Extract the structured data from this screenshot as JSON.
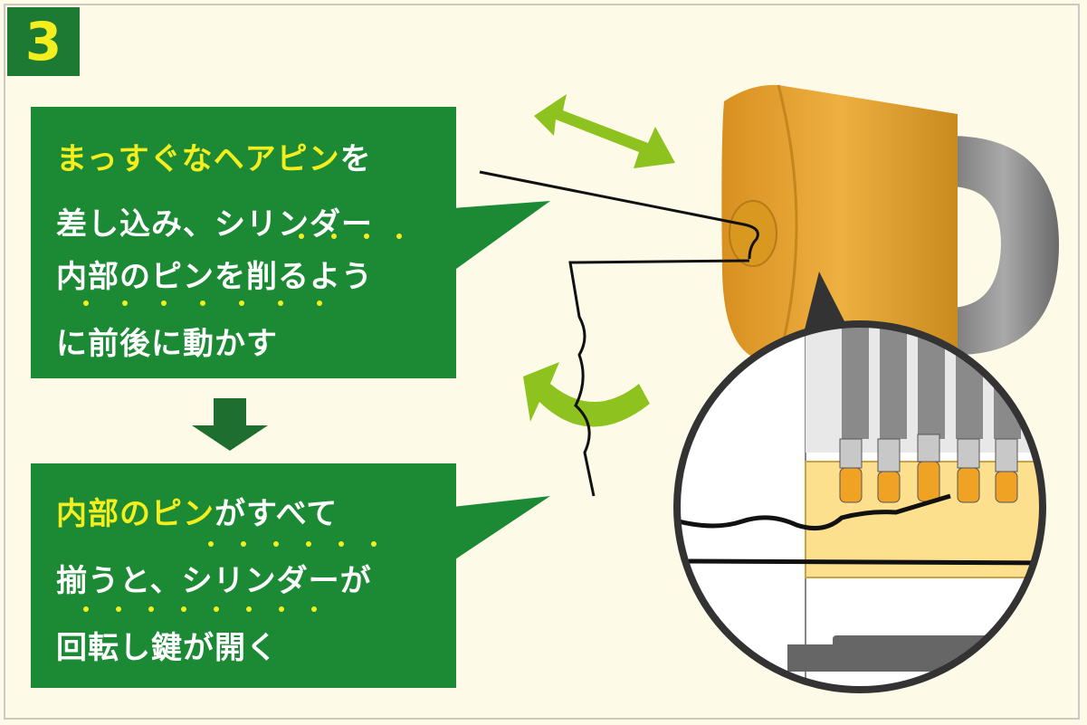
{
  "step": {
    "number": "3"
  },
  "box1": {
    "lines": [
      {
        "highlight": "まっすぐなヘアピン",
        "normal": "を"
      },
      {
        "highlight": "",
        "normal": "差し込み、シリンダー"
      },
      {
        "highlight": "",
        "normal": "内部のピンを削るよう"
      },
      {
        "highlight": "",
        "normal": "に前後に動かす"
      }
    ]
  },
  "box2": {
    "lines": [
      {
        "highlight": "内部のピン",
        "normal": "がすべて"
      },
      {
        "highlight": "",
        "normal": "揃うと、シリンダーが"
      },
      {
        "highlight": "",
        "normal": "回転し鍵が開く"
      }
    ]
  },
  "colors": {
    "background": "#fdfbe8",
    "box_green": "#1c8a35",
    "highlight_yellow": "#f4ee1e",
    "arrow_light_green": "#8ec21f",
    "lock_orange": "#e9a93a",
    "pin_orange": "#f0a224"
  },
  "icons": {
    "down_arrow": "down-arrow-icon",
    "double_arrow": "double-headed-arrow-icon",
    "rotate_arrow": "rotate-arrow-icon"
  }
}
